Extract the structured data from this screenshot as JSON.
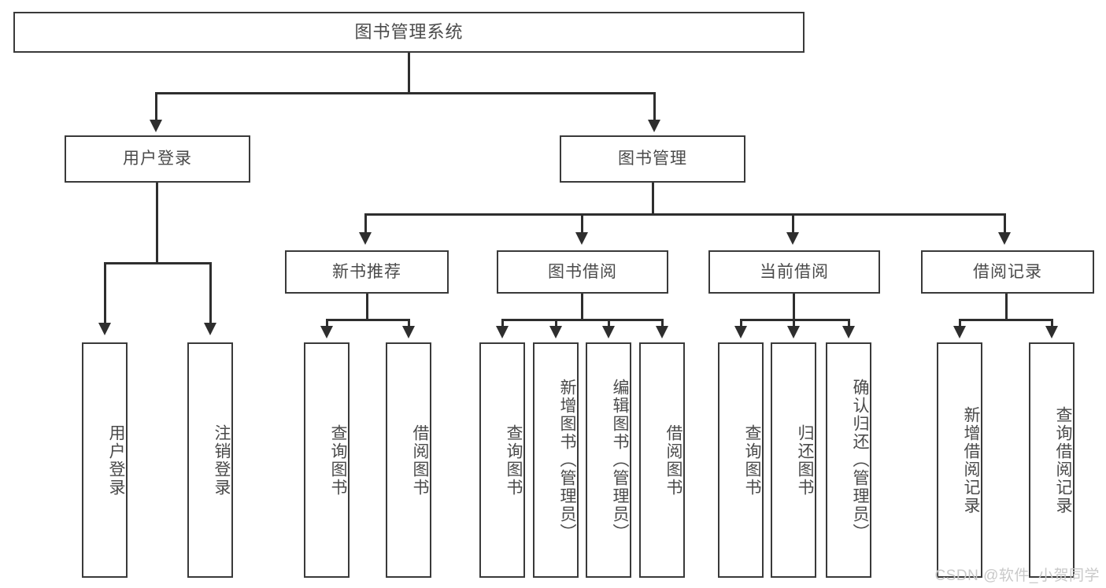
{
  "diagram": {
    "title": "图书管理系统",
    "type": "hierarchy-tree",
    "watermark": "CSDN @软件_小贺同学",
    "colors": {
      "box_border": "#3a3a3a",
      "box_fill": "#ffffff",
      "text": "#4a4a4a",
      "edge": "#2e2e2e",
      "watermark": "#c9c9c9"
    },
    "levels": {
      "level1": [
        {
          "id": "root",
          "label": "图书管理系统",
          "orientation": "horizontal"
        }
      ],
      "level2": [
        {
          "id": "user-login",
          "label": "用户登录",
          "orientation": "horizontal"
        },
        {
          "id": "book-manage",
          "label": "图书管理",
          "orientation": "horizontal"
        }
      ],
      "level3": [
        {
          "id": "new-book-rec",
          "label": "新书推荐",
          "orientation": "horizontal"
        },
        {
          "id": "book-borrow",
          "label": "图书借阅",
          "orientation": "horizontal"
        },
        {
          "id": "current-borrow",
          "label": "当前借阅",
          "orientation": "horizontal"
        },
        {
          "id": "borrow-record",
          "label": "借阅记录",
          "orientation": "horizontal"
        }
      ],
      "level4": [
        {
          "id": "leaf-user-login",
          "label": "用户登录",
          "parent": "user-login",
          "orientation": "vertical"
        },
        {
          "id": "leaf-user-logout",
          "label": "注销登录",
          "parent": "user-login",
          "orientation": "vertical"
        },
        {
          "id": "leaf-query-book-rec",
          "label": "查询图书",
          "parent": "new-book-rec",
          "orientation": "vertical"
        },
        {
          "id": "leaf-borrow-book-rec",
          "label": "借阅图书",
          "parent": "new-book-rec",
          "orientation": "vertical"
        },
        {
          "id": "leaf-query-book-borrow",
          "label": "查询图书",
          "parent": "book-borrow",
          "orientation": "vertical"
        },
        {
          "id": "leaf-add-book",
          "label": "新增图书（管理员）",
          "parent": "book-borrow",
          "orientation": "vertical"
        },
        {
          "id": "leaf-edit-book",
          "label": "编辑图书（管理员）",
          "parent": "book-borrow",
          "orientation": "vertical"
        },
        {
          "id": "leaf-borrow-book",
          "label": "借阅图书",
          "parent": "book-borrow",
          "orientation": "vertical"
        },
        {
          "id": "leaf-query-book-current",
          "label": "查询图书",
          "parent": "current-borrow",
          "orientation": "vertical"
        },
        {
          "id": "leaf-return-book",
          "label": "归还图书",
          "parent": "current-borrow",
          "orientation": "vertical"
        },
        {
          "id": "leaf-confirm-return",
          "label": "确认归还（管理员）",
          "parent": "current-borrow",
          "orientation": "vertical"
        },
        {
          "id": "leaf-add-record",
          "label": "新增借阅记录",
          "parent": "borrow-record",
          "orientation": "vertical"
        },
        {
          "id": "leaf-query-record",
          "label": "查询借阅记录",
          "parent": "borrow-record",
          "orientation": "vertical"
        }
      ]
    }
  }
}
